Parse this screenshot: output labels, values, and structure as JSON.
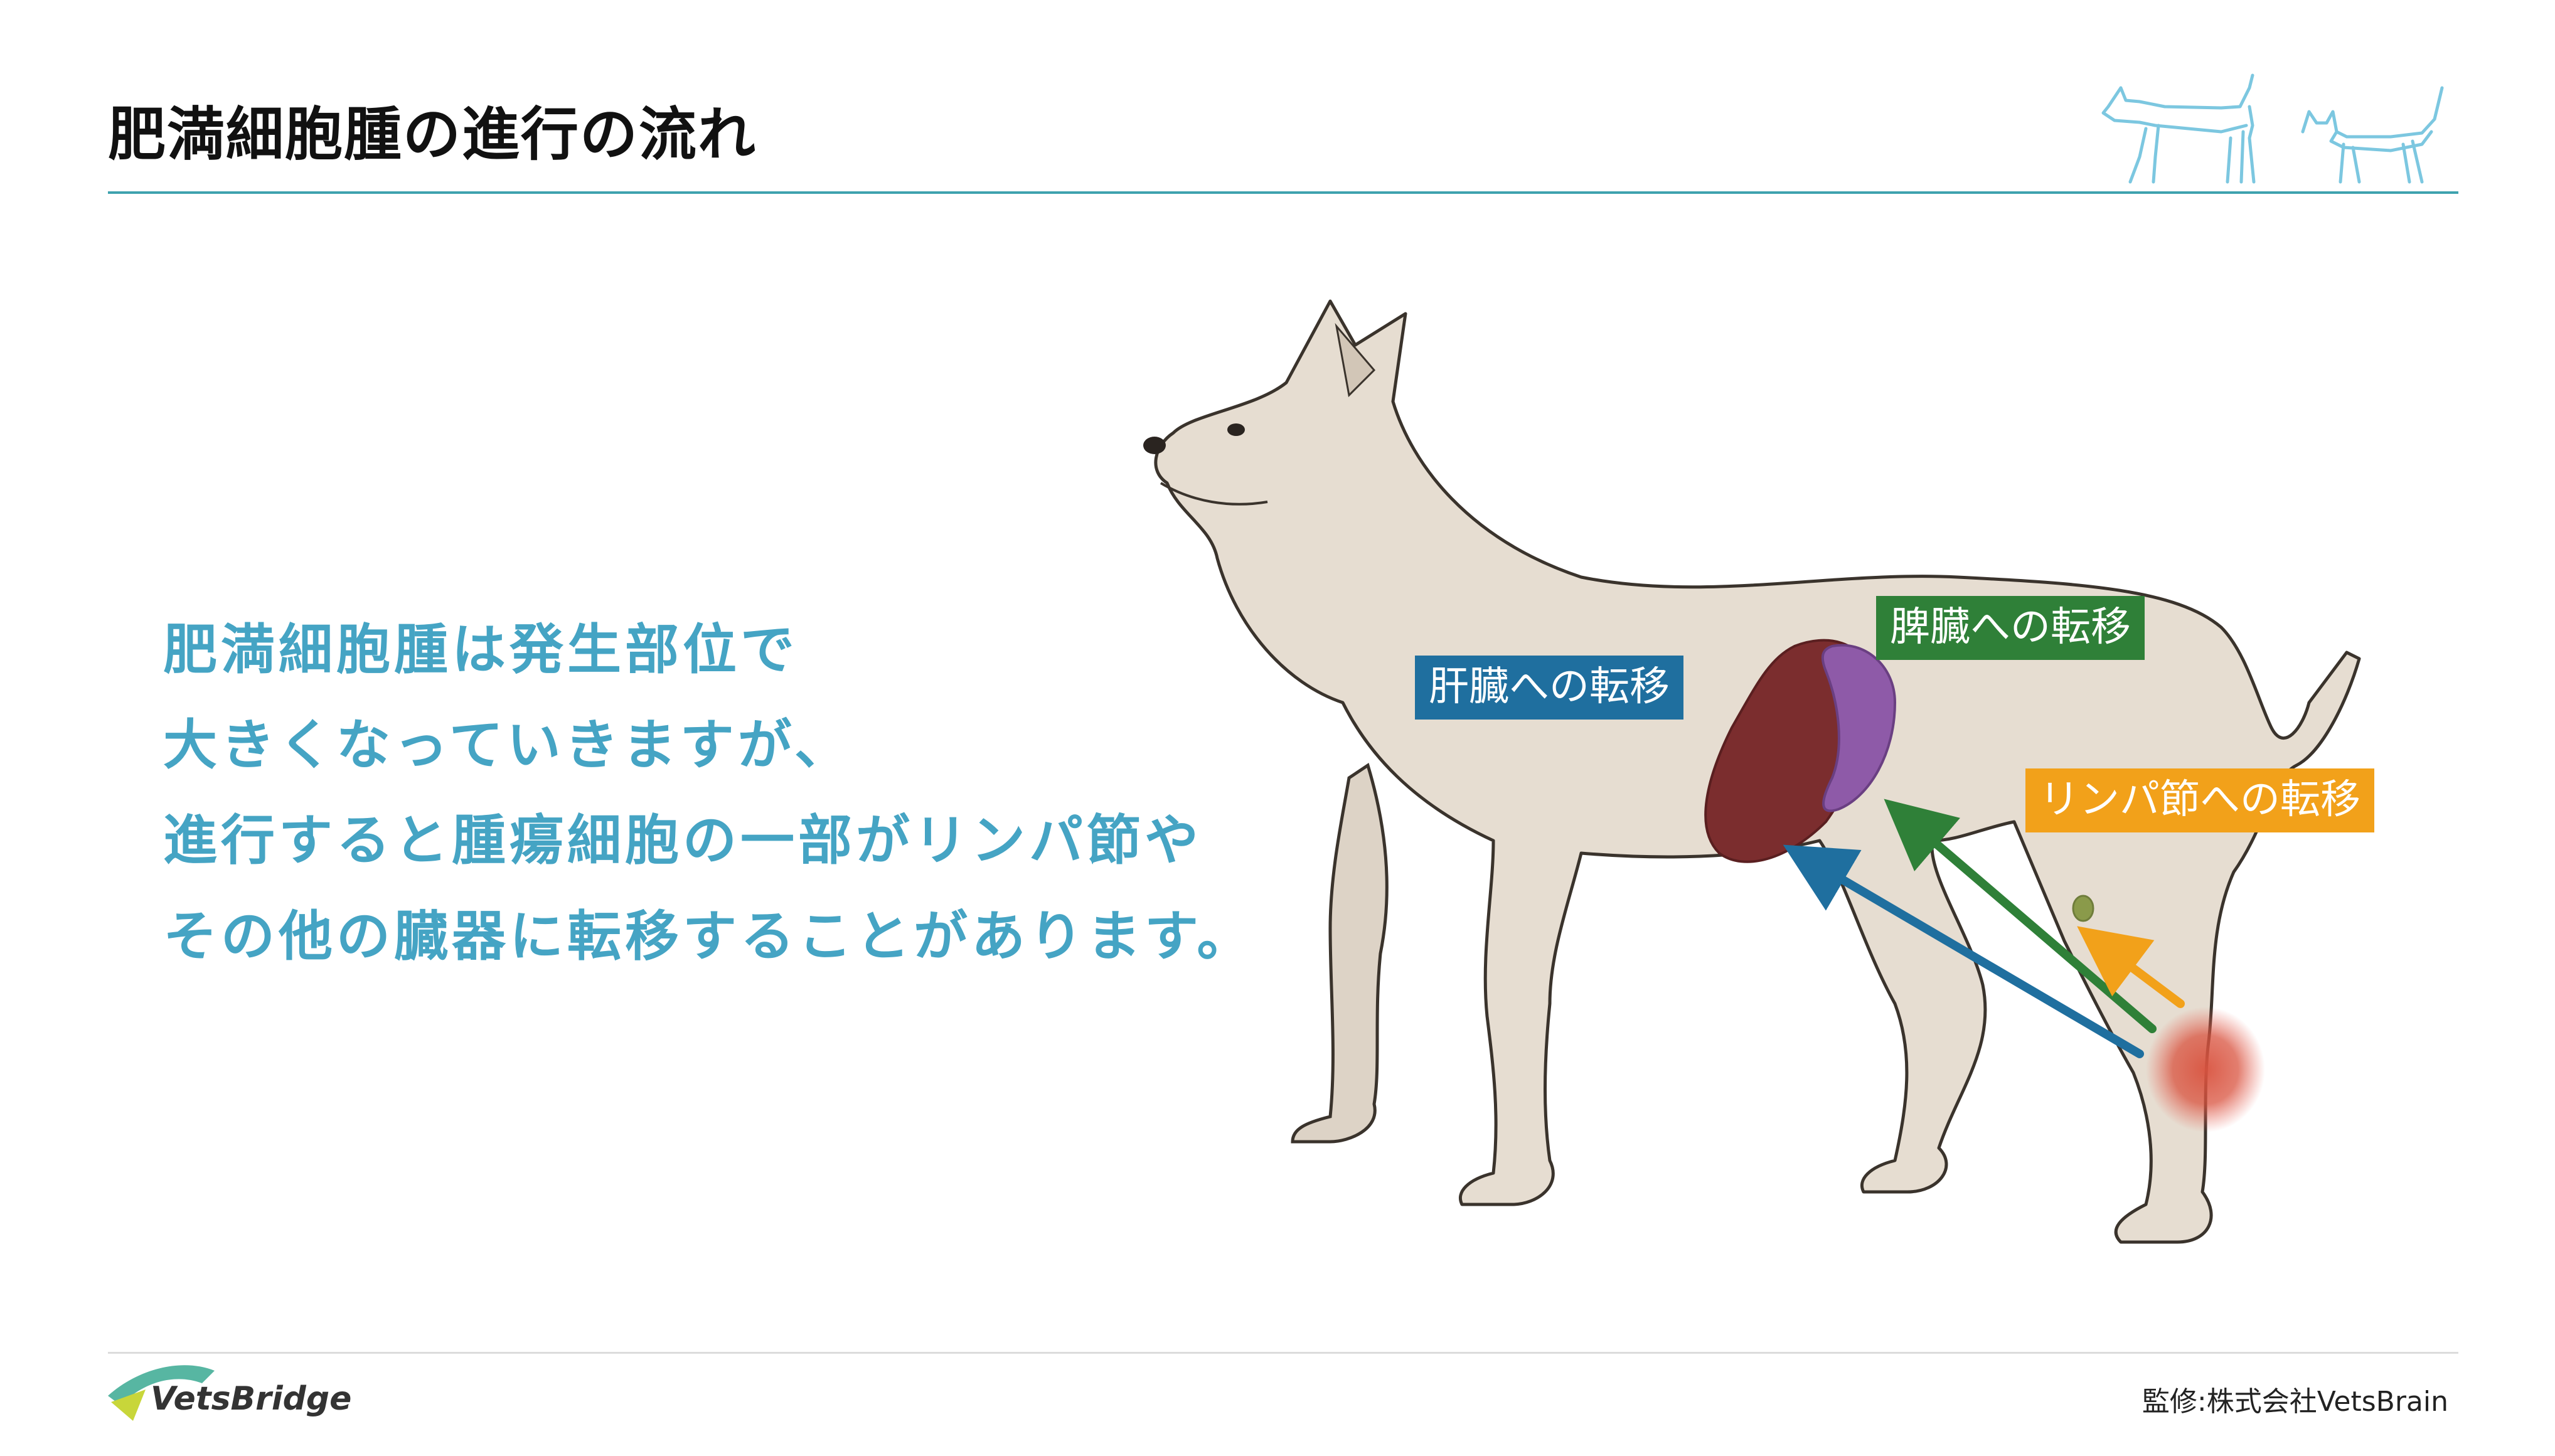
{
  "header": {
    "title": "肥満細胞腫の進行の流れ"
  },
  "main": {
    "lines": [
      "肥満細胞腫は発生部位で",
      "大きくなっていきますが、",
      "進行すると腫瘍細胞の一部がリンパ節や",
      "その他の臓器に転移することがあります。"
    ]
  },
  "labels": {
    "liver": "肝臓への転移",
    "spleen": "脾臓への転移",
    "lymph": "リンパ節への転移"
  },
  "footer": {
    "logo": "VetsBridge",
    "supervision": "監修:株式会社VetsBrain"
  },
  "colors": {
    "teal_rule": "#3ea2ae",
    "text_blue": "#45a4c4",
    "liver": "#7b2d2e",
    "spleen": "#8e5aa8",
    "lymph_node": "#8a9a4a",
    "tumor": "#d9533f",
    "arrow_liver": "#1f6f9f",
    "arrow_spleen": "#2f8038",
    "arrow_lymph": "#f2a11a"
  }
}
